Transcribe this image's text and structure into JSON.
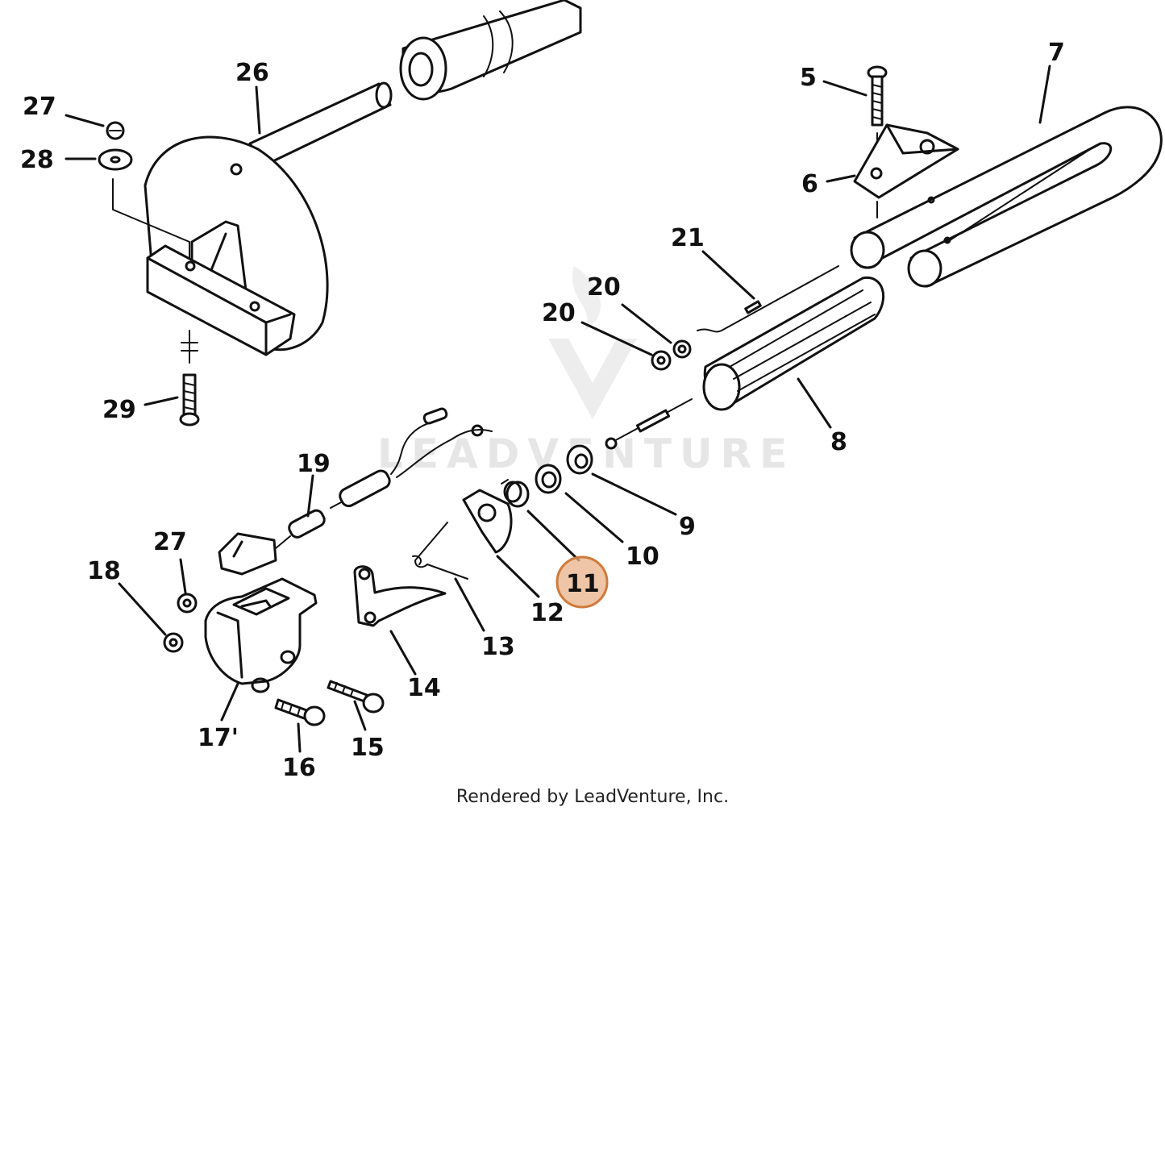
{
  "watermark": {
    "text": "LEADVENTURE",
    "logo_icon": "leadventure-logo-icon"
  },
  "credit": "Rendered by LeadVenture, Inc.",
  "highlight": {
    "part": "11",
    "color": "#e8b288"
  },
  "labels": {
    "p5": "5",
    "p6": "6",
    "p7": "7",
    "p8": "8",
    "p9": "9",
    "p10": "10",
    "p11": "11",
    "p12": "12",
    "p13": "13",
    "p14": "14",
    "p15": "15",
    "p16": "16",
    "p17": "17'",
    "p18": "18",
    "p19": "19",
    "p20a": "20",
    "p20b": "20",
    "p21": "21",
    "p26": "26",
    "p27a": "27",
    "p27b": "27",
    "p28": "28",
    "p29": "29"
  }
}
